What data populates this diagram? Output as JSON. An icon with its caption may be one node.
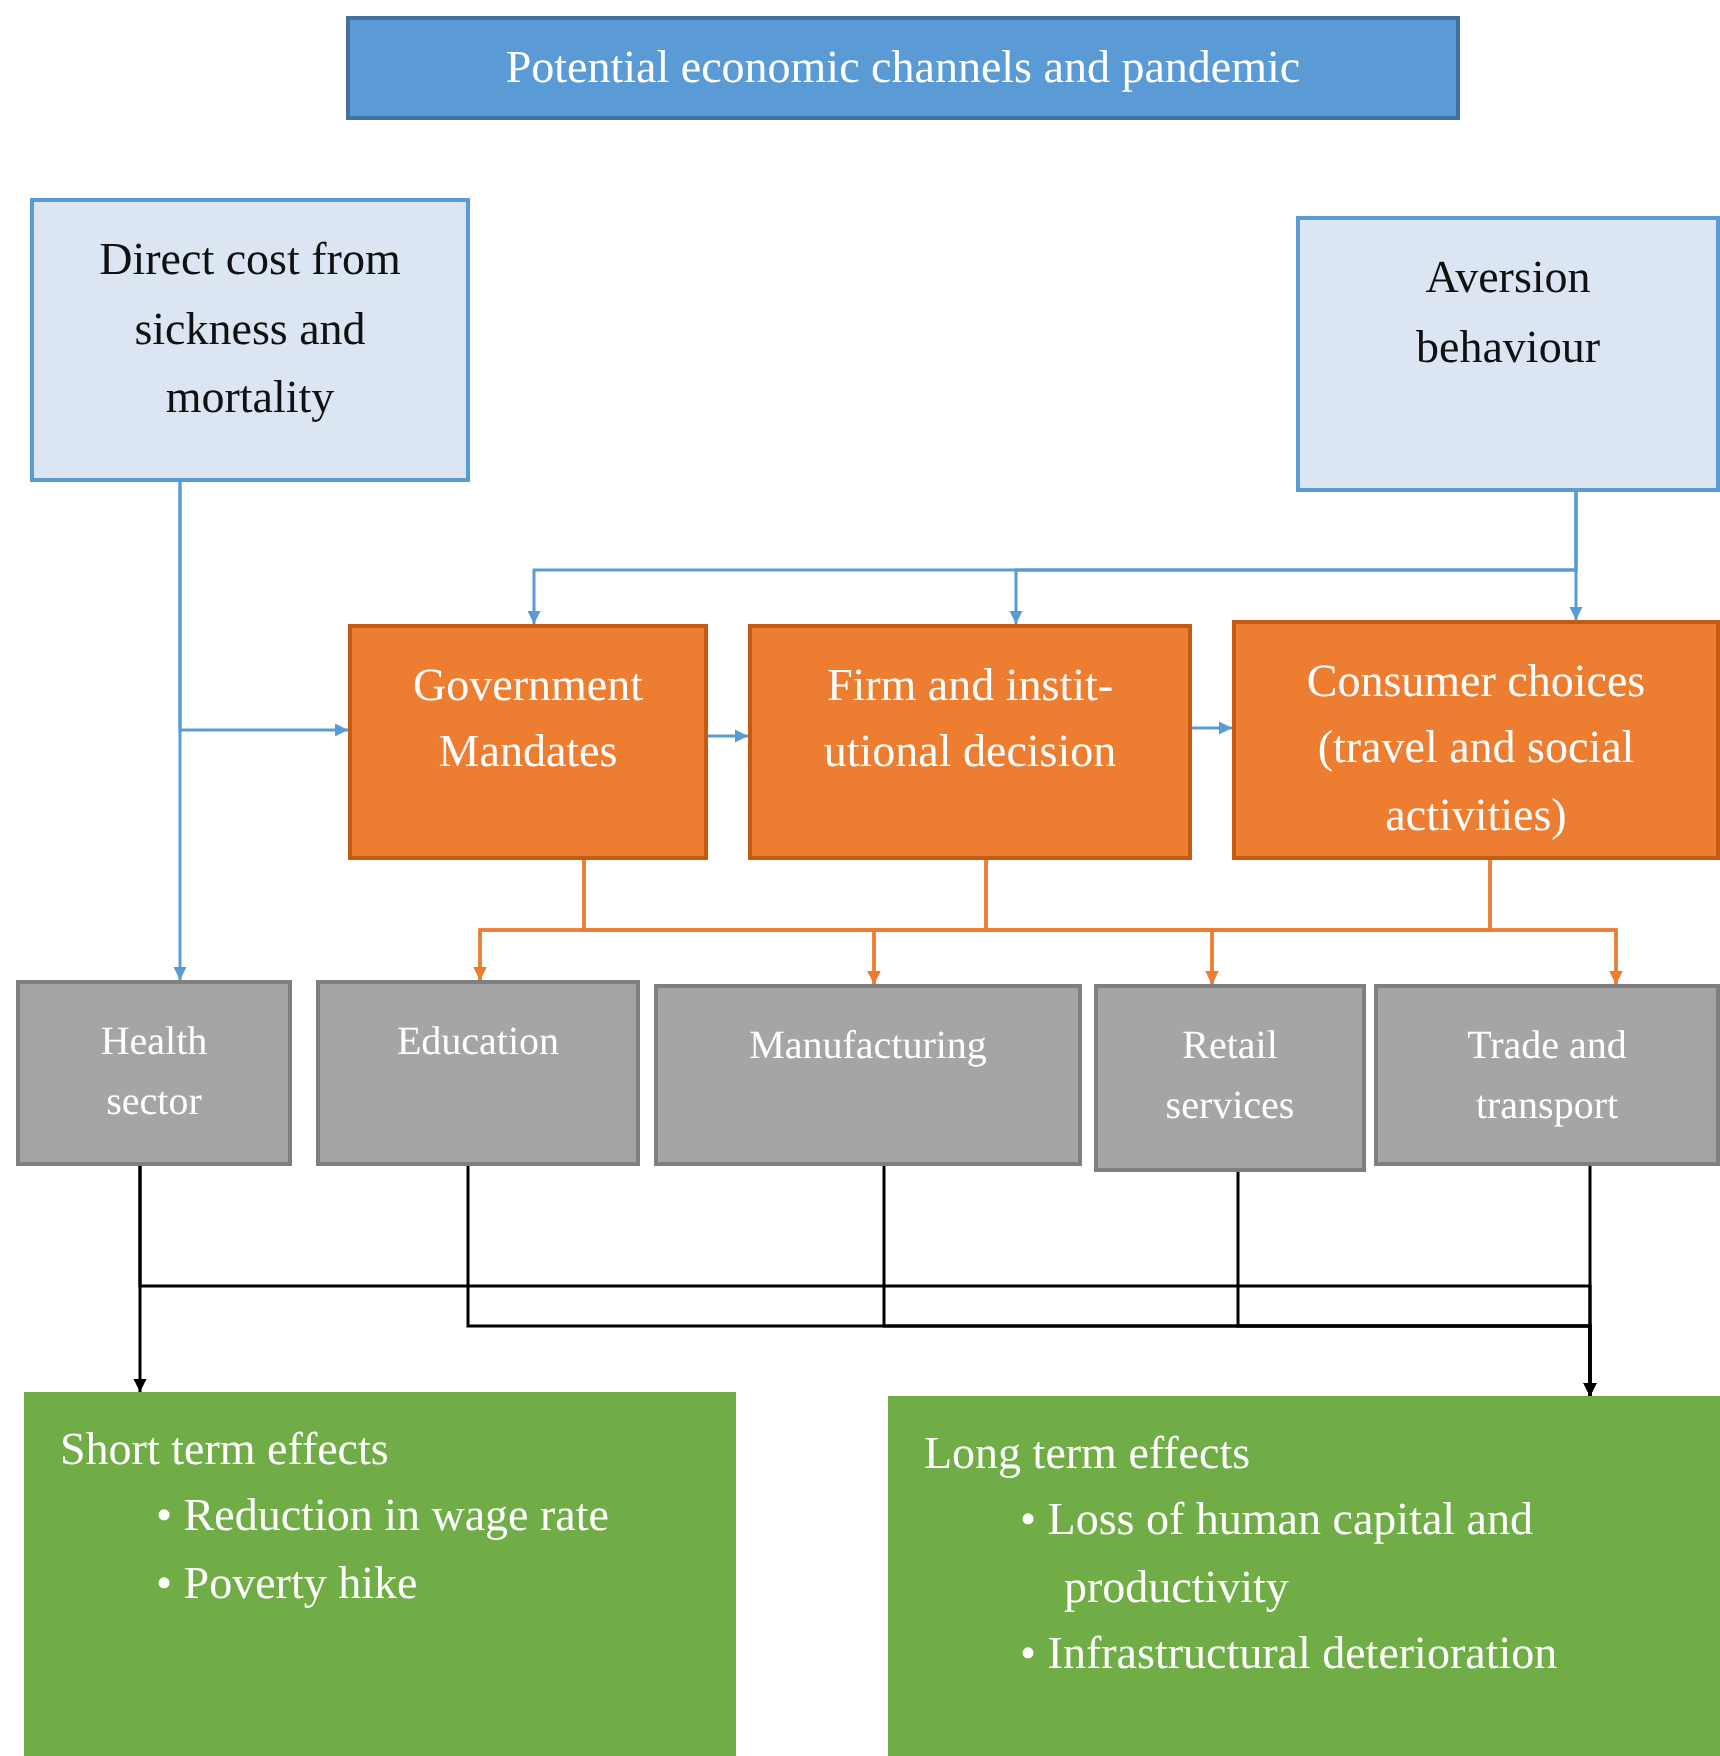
{
  "diagram": {
    "nodes": [
      {
        "text": [
          "Potential economic channels and pandemic"
        ]
      },
      {
        "text": [
          "Direct cost from sickness and mortality"
        ]
      },
      {
        "text": [
          "Aversion behaviour"
        ]
      },
      {
        "text": [
          "Government Mandates"
        ]
      },
      {
        "text": [
          "Firm and instit- utional decision"
        ]
      },
      {
        "text": [
          "Consumer choices (travel and social activities)"
        ]
      },
      {
        "text": [
          "Health sector"
        ]
      },
      {
        "text": [
          "Education"
        ]
      },
      {
        "text": [
          "Manufacturing"
        ]
      },
      {
        "text": [
          "Retail services"
        ]
      },
      {
        "text": [
          "Trade and transport"
        ]
      },
      {
        "text": [
          "Short term effects",
          "• Reduction in wage rate",
          "• Poverty hike"
        ]
      },
      {
        "text": [
          "Long term effects",
          "• Loss of human capital and productivity",
          "• Infrastructural deterioration"
        ]
      }
    ],
    "edges": [
      {
        "from": 1,
        "to": 6,
        "arrow": "to",
        "color": "#5b9bd5"
      },
      {
        "from": 1,
        "to": 3,
        "arrow": "to",
        "color": "#5b9bd5"
      },
      {
        "from": 2,
        "to": 3,
        "arrow": "to",
        "color": "#5b9bd5"
      },
      {
        "from": 2,
        "to": 4,
        "arrow": "to",
        "color": "#5b9bd5"
      },
      {
        "from": 2,
        "to": 5,
        "arrow": "to",
        "color": "#5b9bd5"
      },
      {
        "from": 3,
        "to": 4,
        "arrow": "to",
        "color": "#5b9bd5"
      },
      {
        "from": 4,
        "to": 5,
        "arrow": "to",
        "color": "#5b9bd5"
      },
      {
        "from": 3,
        "to": 7,
        "arrow": "to"
      },
      {
        "from": 3,
        "to": 8,
        "arrow": "to"
      },
      {
        "from": 3,
        "to": 9,
        "arrow": "to"
      },
      {
        "from": 3,
        "to": 10,
        "arrow": "to"
      },
      {
        "from": 4,
        "to": 7,
        "arrow": "to"
      },
      {
        "from": 4,
        "to": 8,
        "arrow": "to"
      },
      {
        "from": 4,
        "to": 9,
        "arrow": "to"
      },
      {
        "from": 4,
        "to": 10,
        "arrow": "to"
      },
      {
        "from": 5,
        "to": 7,
        "arrow": "to"
      },
      {
        "from": 5,
        "to": 8,
        "arrow": "to"
      },
      {
        "from": 5,
        "to": 9,
        "arrow": "to"
      },
      {
        "from": 5,
        "to": 10,
        "arrow": "to"
      },
      {
        "from": 6,
        "to": 11,
        "arrow": "to",
        "color": "#000000"
      },
      {
        "from": 6,
        "to": 12,
        "arrow": "to",
        "color": "#000000"
      },
      {
        "from": 7,
        "to": 12,
        "arrow": "to",
        "color": "#000000"
      },
      {
        "from": 8,
        "to": 12,
        "arrow": "to",
        "color": "#000000"
      },
      {
        "from": 9,
        "to": 12,
        "arrow": "to",
        "color": "#000000"
      },
      {
        "from": 10,
        "to": 12,
        "arrow": "to",
        "color": "#000000"
      }
    ]
  }
}
